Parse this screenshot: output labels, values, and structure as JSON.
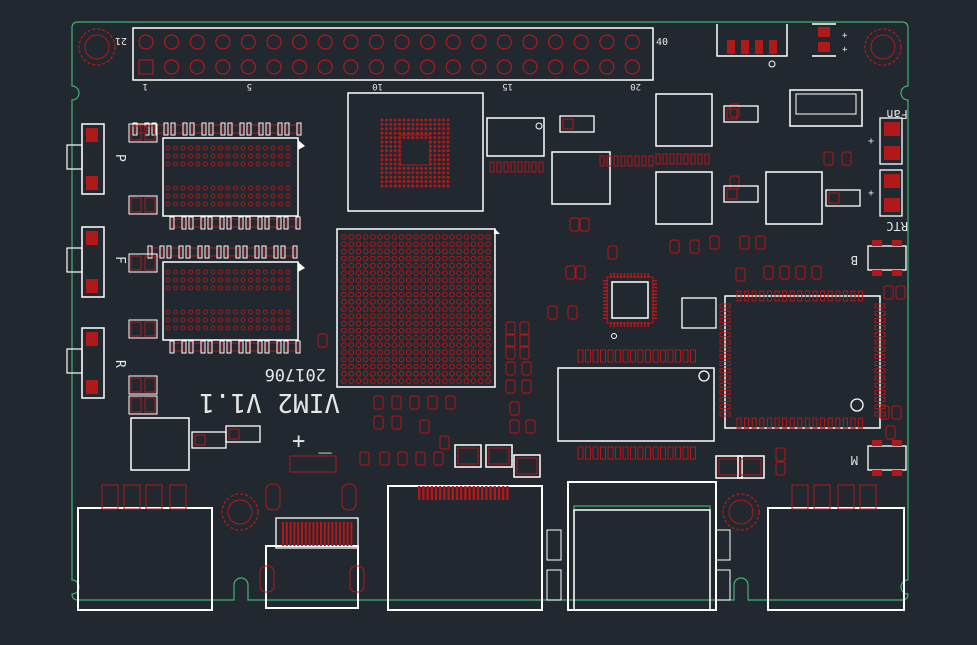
{
  "colors": {
    "background": "#212830",
    "outline": "#3cb371",
    "pad": "#b01919",
    "silkscreen": "#ffffff"
  },
  "silkscreen": {
    "header_pin_1": "1",
    "header_pin_5": "5",
    "header_pin_10": "10",
    "header_pin_15": "15",
    "header_pin_20": "20",
    "header_pin_21": "21",
    "header_pin_40": "40",
    "button_p": "P",
    "button_f": "F",
    "button_r": "R",
    "connector_fan": "Fan",
    "connector_rtc": "RTC",
    "connector_b": "B",
    "connector_m": "M",
    "board_name": "VIM2 V1.1",
    "board_date": "201706",
    "polarity": "+ _"
  }
}
